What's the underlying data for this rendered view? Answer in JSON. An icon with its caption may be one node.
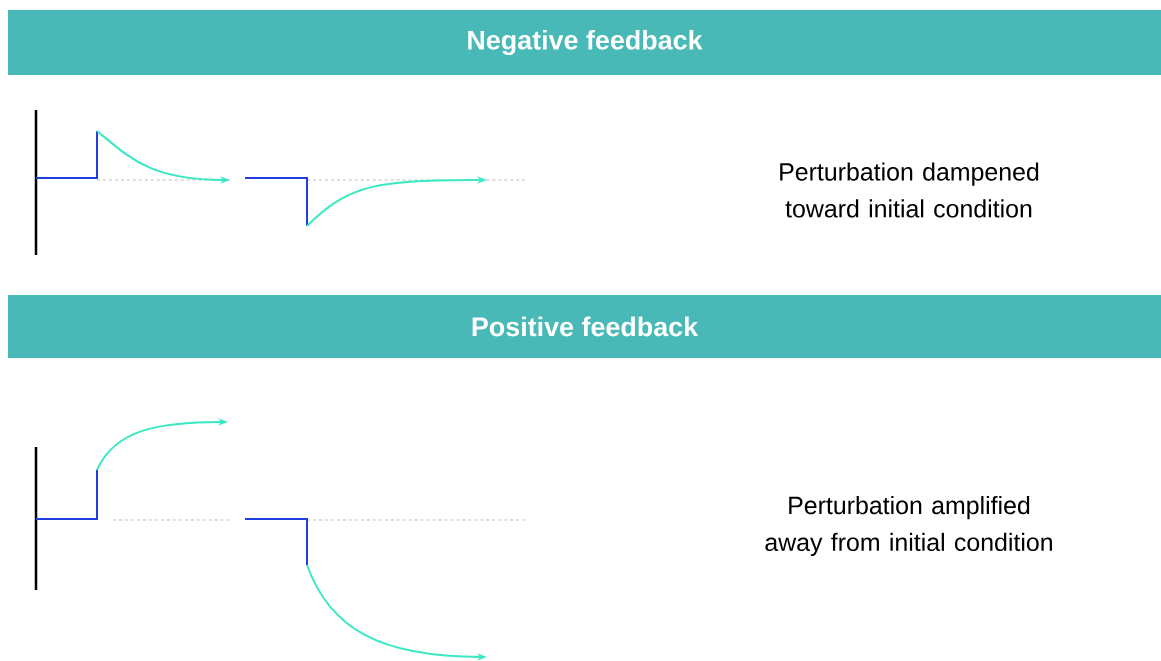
{
  "diagram": {
    "nodes": [
      {
        "text": [
          "Negative feedback"
        ]
      },
      {
        "text": [
          "Positive feedback"
        ]
      }
    ],
    "labels": [
      "Perturbation dampened toward initial condition",
      "Perturbation amplified away from initial condition"
    ]
  }
}
